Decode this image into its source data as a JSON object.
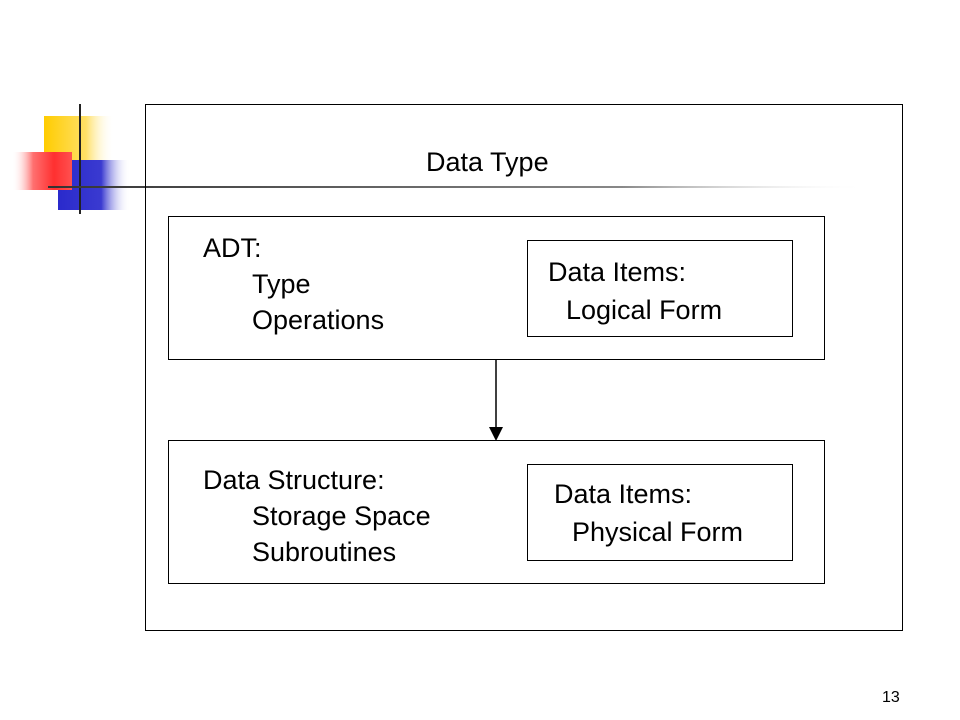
{
  "slide": {
    "title": "Data Type",
    "page_number": "13"
  },
  "adt_panel": {
    "heading": "ADT:",
    "items": [
      "Type",
      "Operations"
    ],
    "box": {
      "line1": "Data Items:",
      "line2": "Logical Form"
    }
  },
  "structure_panel": {
    "heading": "Data Structure:",
    "items": [
      "Storage Space",
      "Subroutines"
    ],
    "box": {
      "line1": "Data Items:",
      "line2": "Physical Form"
    }
  },
  "colors": {
    "deco_yellow": "#ffcc00",
    "deco_red": "#ff3333",
    "deco_blue": "#3333cc"
  }
}
